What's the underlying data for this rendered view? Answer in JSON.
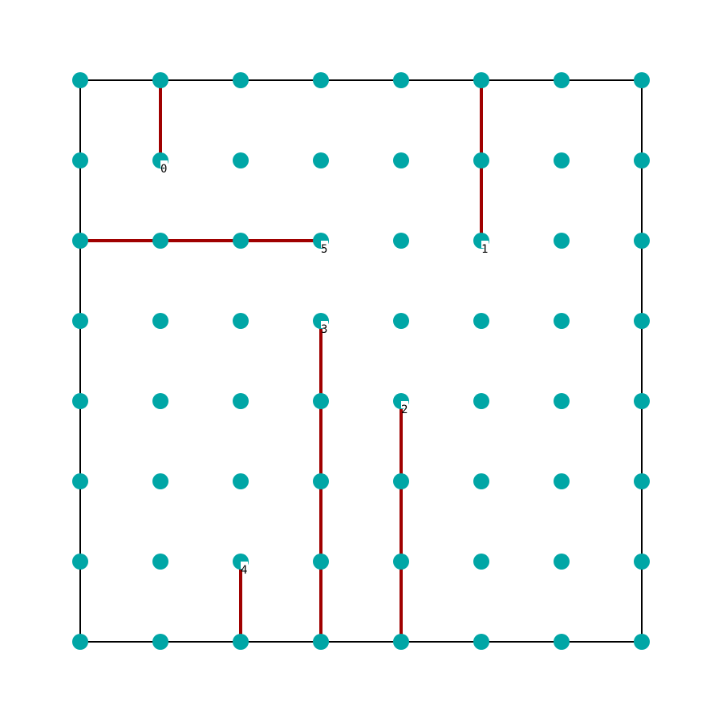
{
  "colors": {
    "background": "#ffffff",
    "border": "#000000",
    "dot": "#00a6a6",
    "wall": "#a00000",
    "label": "#000000"
  },
  "grid": {
    "columns": 8,
    "rows": 8
  },
  "walls": [
    {
      "label": "0",
      "from": [
        1,
        1
      ],
      "to": [
        1,
        0
      ]
    },
    {
      "label": "1",
      "from": [
        5,
        2
      ],
      "to": [
        5,
        0
      ]
    },
    {
      "label": "2",
      "from": [
        4,
        4
      ],
      "to": [
        4,
        7
      ]
    },
    {
      "label": "3",
      "from": [
        3,
        3
      ],
      "to": [
        3,
        7
      ]
    },
    {
      "label": "4",
      "from": [
        2,
        6
      ],
      "to": [
        2,
        7
      ]
    },
    {
      "label": "5",
      "from": [
        3,
        2
      ],
      "to": [
        0,
        2
      ]
    }
  ]
}
